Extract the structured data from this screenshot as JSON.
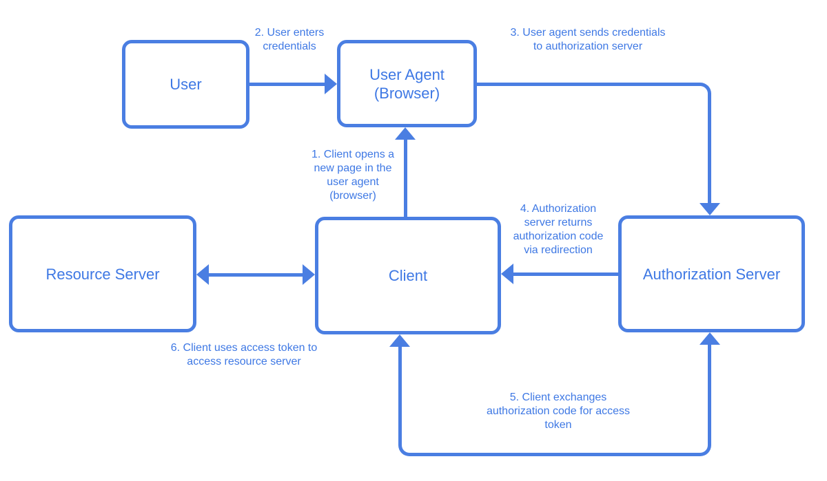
{
  "colors": {
    "stroke": "#4a7ee2",
    "text": "#3e78e4",
    "background": "#ffffff"
  },
  "nodes": {
    "user": {
      "label": "User"
    },
    "user_agent": {
      "label": "User Agent\n(Browser)"
    },
    "resource_server": {
      "label": "Resource Server"
    },
    "client": {
      "label": "Client"
    },
    "authorization_server": {
      "label": "Authorization Server"
    }
  },
  "edges": {
    "step1": {
      "label": "1. Client opens a\nnew page in the\nuser agent\n(browser)",
      "from": "client",
      "to": "user_agent",
      "direction": "up"
    },
    "step2": {
      "label": "2. User enters\ncredentials",
      "from": "user",
      "to": "user_agent",
      "direction": "right"
    },
    "step3": {
      "label": "3. User agent sends credentials\nto authorization server",
      "from": "user_agent",
      "to": "authorization_server",
      "direction": "right-then-down"
    },
    "step4": {
      "label": "4. Authorization\nserver returns\nauthorization code\nvia redirection",
      "from": "authorization_server",
      "to": "client",
      "direction": "left"
    },
    "step5": {
      "label": "5. Client exchanges\nauthorization code for access\ntoken",
      "from": "client",
      "to": "authorization_server",
      "direction": "both"
    },
    "step6": {
      "label": "6. Client uses access token to\naccess resource server",
      "from": "client",
      "to": "resource_server",
      "direction": "both"
    }
  }
}
